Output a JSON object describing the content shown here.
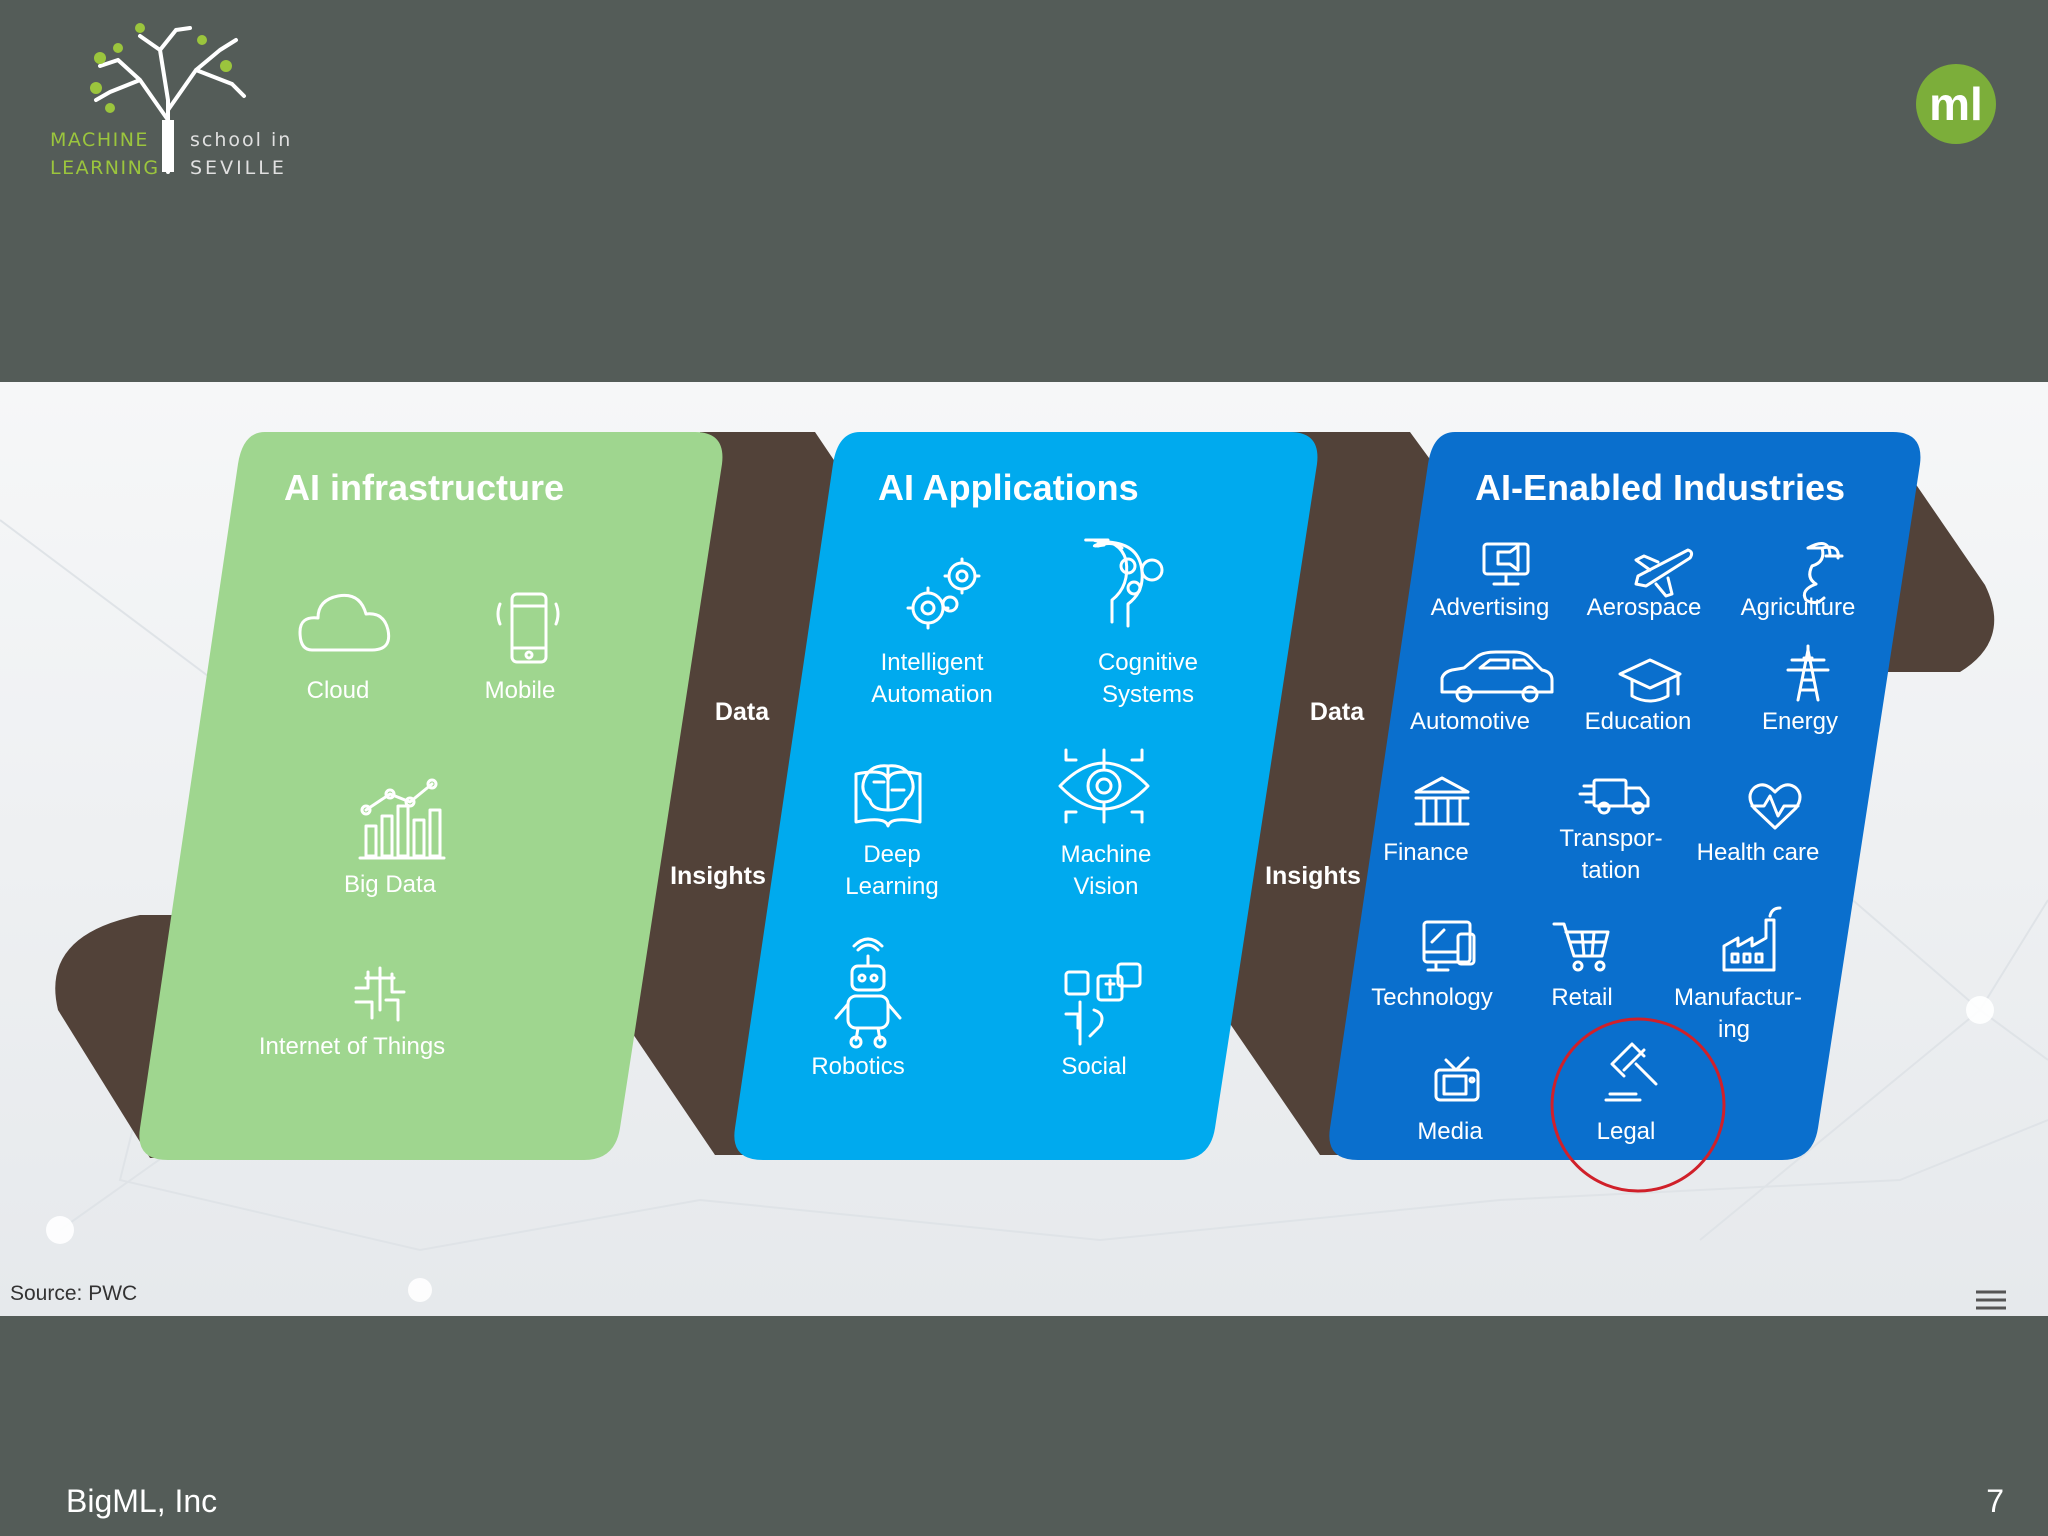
{
  "logo": {
    "line1_left": "MACHINE",
    "line2_left": "LEARNING",
    "line1_right": "school in",
    "line2_right": "SEVILLE"
  },
  "badge": {
    "text": "ml"
  },
  "panels": [
    {
      "title": "AI infrastructure",
      "color": "#9fd68f",
      "items": [
        {
          "icon": "cloud-icon",
          "label": [
            "Cloud"
          ]
        },
        {
          "icon": "mobile-icon",
          "label": [
            "Mobile"
          ]
        },
        {
          "icon": "big-data-icon",
          "label": [
            "Big Data"
          ]
        },
        {
          "icon": "iot-icon",
          "label": [
            "Internet of Things"
          ]
        }
      ]
    },
    {
      "title": "AI Applications",
      "color": "#00aaee",
      "items": [
        {
          "icon": "gears-icon",
          "label": [
            "Intelligent",
            "Automation"
          ]
        },
        {
          "icon": "head-gears-icon",
          "label": [
            "Cognitive",
            "Systems"
          ]
        },
        {
          "icon": "brain-book-icon",
          "label": [
            "Deep",
            "Learning"
          ]
        },
        {
          "icon": "eye-icon",
          "label": [
            "Machine",
            "Vision"
          ]
        },
        {
          "icon": "robot-icon",
          "label": [
            "Robotics"
          ]
        },
        {
          "icon": "social-icon",
          "label": [
            "Social"
          ]
        }
      ]
    },
    {
      "title": "AI-Enabled Industries",
      "color": "#0a6fcd",
      "items": [
        {
          "icon": "billboard-icon",
          "label": [
            "Advertising"
          ]
        },
        {
          "icon": "airplane-icon",
          "label": [
            "Aerospace"
          ]
        },
        {
          "icon": "plant-icon",
          "label": [
            "Agriculture"
          ]
        },
        {
          "icon": "car-icon",
          "label": [
            "Automotive"
          ]
        },
        {
          "icon": "graduation-cap-icon",
          "label": [
            "Education"
          ]
        },
        {
          "icon": "power-tower-icon",
          "label": [
            "Energy"
          ]
        },
        {
          "icon": "bank-icon",
          "label": [
            "Finance"
          ]
        },
        {
          "icon": "truck-icon",
          "label": [
            "Transpor-",
            "tation"
          ]
        },
        {
          "icon": "heart-icon",
          "label": [
            "Health care"
          ]
        },
        {
          "icon": "devices-icon",
          "label": [
            "Technology"
          ]
        },
        {
          "icon": "cart-icon",
          "label": [
            "Retail"
          ]
        },
        {
          "icon": "factory-icon",
          "label": [
            "Manufactur-",
            "ing"
          ]
        },
        {
          "icon": "tv-icon",
          "label": [
            "Media"
          ]
        },
        {
          "icon": "gavel-icon",
          "label": [
            "Legal"
          ]
        }
      ]
    }
  ],
  "connectors": [
    {
      "top": "Data",
      "bottom": "Insights"
    },
    {
      "top": "Data",
      "bottom": "Insights"
    }
  ],
  "source": "Source: PWC",
  "footer": {
    "left": "BigML, Inc",
    "right": "7"
  },
  "colors": {
    "brown": "#524239",
    "background": "#545c58",
    "badge": "#7cae3a",
    "highlight_circle": "#d0202a"
  }
}
